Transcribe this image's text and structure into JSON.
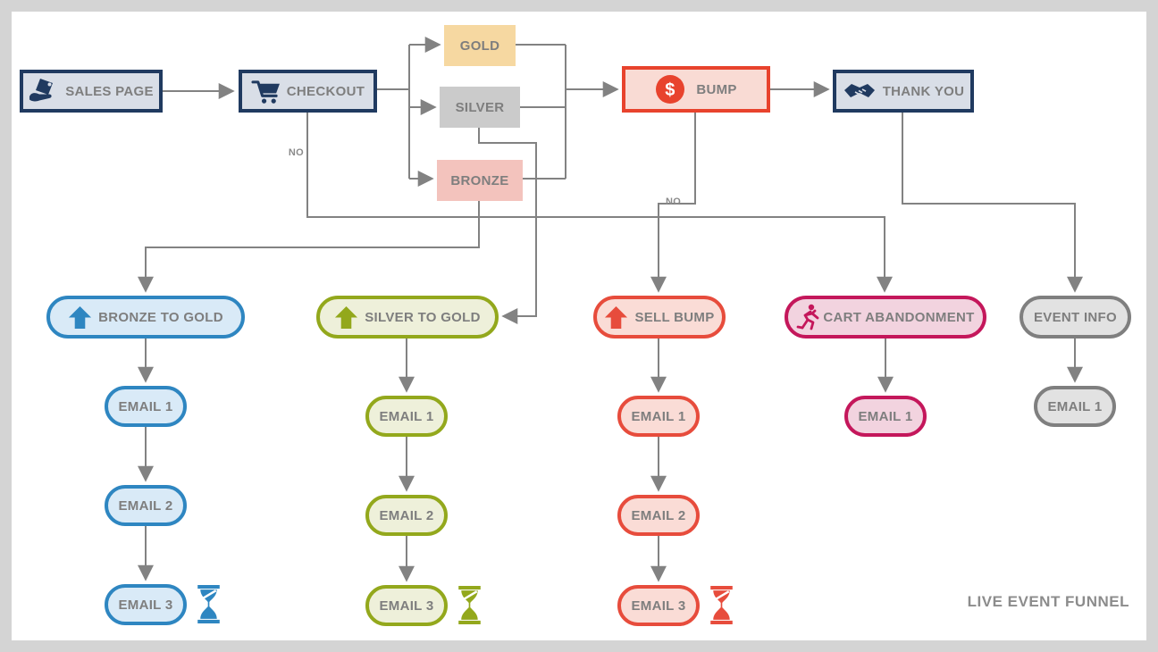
{
  "diagram": {
    "title": "LIVE EVENT FUNNEL",
    "colors": {
      "navy": "#203A60",
      "navy_fill": "#D9DEE7",
      "line_gray": "#828282",
      "label_gray": "#7E7E7E",
      "gold_fill": "#F6D8A1",
      "silver_fill": "#CBCBCB",
      "bronze_fill": "#F3C3BD",
      "red": "#E8432D",
      "red_fill": "#F9DBD4",
      "blue": "#2E86C1",
      "blue_fill": "#D9EAF7",
      "green": "#93A81C",
      "green_fill": "#EEF0DA",
      "magenta": "#C4175B",
      "magenta_fill": "#F2D3DF",
      "gray": "#7F7F7F",
      "gray_fill": "#E2E2E2"
    },
    "icons": {
      "sales_page": "hand-tag-icon",
      "checkout": "cart-icon",
      "bump": "dollar-icon",
      "thank_you": "handshake-icon",
      "upsell": "up-arrow-icon",
      "cart_abandonment": "runner-icon",
      "wait": "hourglass-icon"
    },
    "top_flow": {
      "sales_page": "SALES PAGE",
      "checkout": "CHECKOUT",
      "checkout_no": "NO",
      "tiers": {
        "gold": "GOLD",
        "silver": "SILVER",
        "bronze": "BRONZE"
      },
      "bump": "BUMP",
      "bump_no": "NO",
      "thank_you": "THANK YOU"
    },
    "sequences": {
      "bronze_to_gold": {
        "label": "BRONZE TO GOLD",
        "color": "#2E86C1",
        "has_wait_icon": true,
        "emails": [
          "EMAIL 1",
          "EMAIL 2",
          "EMAIL 3"
        ]
      },
      "silver_to_gold": {
        "label": "SILVER TO GOLD",
        "color": "#93A81C",
        "has_wait_icon": true,
        "emails": [
          "EMAIL 1",
          "EMAIL 2",
          "EMAIL 3"
        ]
      },
      "sell_bump": {
        "label": "SELL BUMP",
        "color": "#E74C3C",
        "has_wait_icon": true,
        "emails": [
          "EMAIL 1",
          "EMAIL 2",
          "EMAIL 3"
        ]
      },
      "cart_abandonment": {
        "label": "CART ABANDONMENT",
        "color": "#C4175B",
        "has_wait_icon": false,
        "emails": [
          "EMAIL 1"
        ]
      },
      "event_info": {
        "label": "EVENT INFO",
        "color": "#7F7F7F",
        "has_wait_icon": false,
        "emails": [
          "EMAIL 1"
        ]
      }
    }
  }
}
